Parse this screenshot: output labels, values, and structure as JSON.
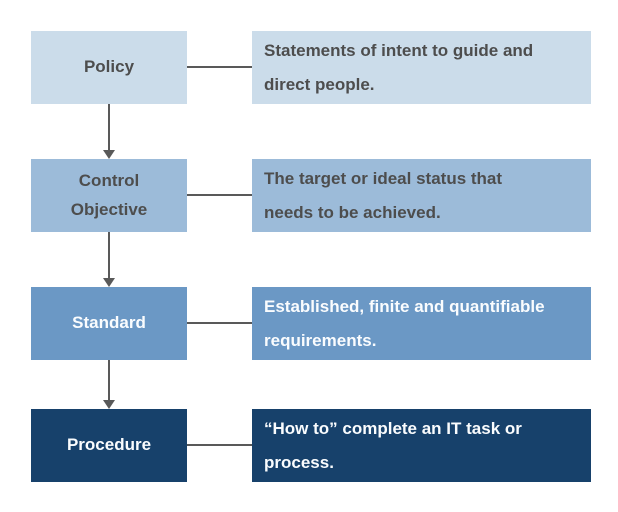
{
  "diagram": {
    "type": "flowchart",
    "connector_color": "#595959",
    "rows": [
      {
        "label": "Policy",
        "lines": [
          "Statements of intent to guide and",
          "direct people."
        ],
        "description": "Statements of intent to guide and direct people.",
        "box_color": "#CBDCEA",
        "text_color": "#4D4D4D"
      },
      {
        "label": "Control Objective",
        "lines": [
          "The target or ideal status that",
          "needs to be achieved."
        ],
        "description": "The target or ideal status that needs to be achieved.",
        "box_color": "#9CBBD9",
        "text_color": "#4D4D4D"
      },
      {
        "label": "Standard",
        "lines": [
          "Established, finite and quantifiable",
          "requirements."
        ],
        "description": "Established, finite and quantifiable requirements.",
        "box_color": "#6B98C5",
        "text_color": "#FFFFFF"
      },
      {
        "label": "Procedure",
        "lines": [
          "“How to” complete an IT task or",
          "process."
        ],
        "description": "“How to” complete an IT task or process.",
        "box_color": "#17416B",
        "text_color": "#FFFFFF"
      }
    ]
  }
}
